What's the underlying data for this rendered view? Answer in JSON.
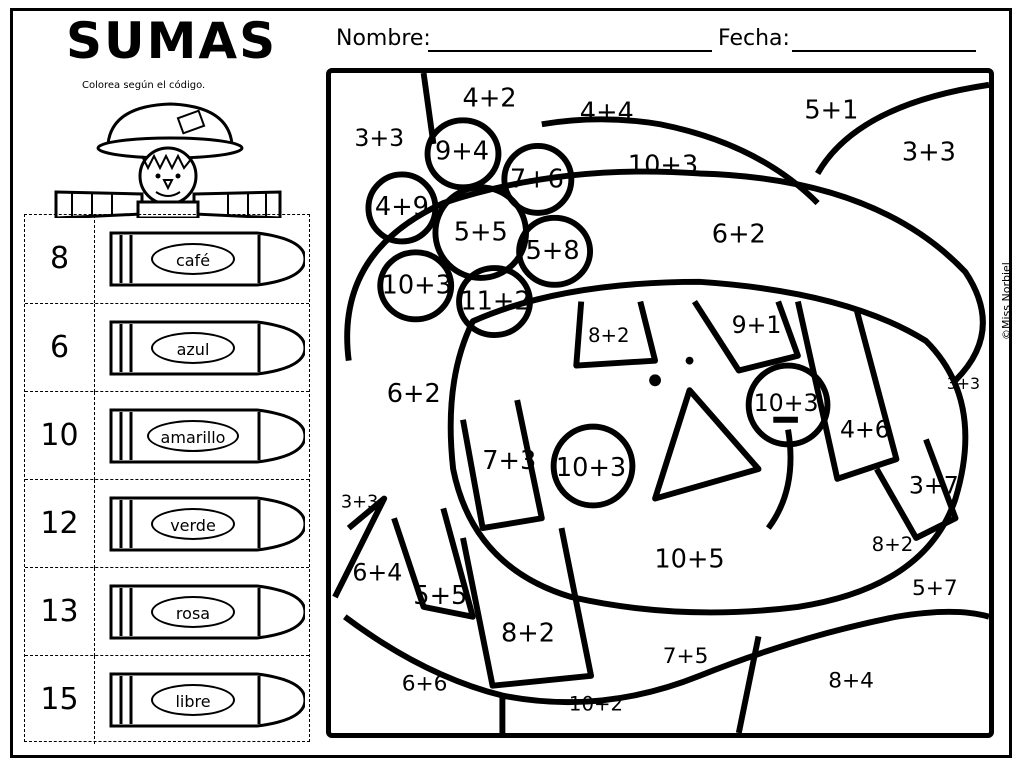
{
  "header": {
    "title": "SUMAS",
    "subtitle": "Colorea según el código.",
    "nombre_label": "Nombre:",
    "fecha_label": "Fecha:"
  },
  "legend": [
    {
      "number": "8",
      "color": "café"
    },
    {
      "number": "6",
      "color": "azul"
    },
    {
      "number": "10",
      "color": "amarillo"
    },
    {
      "number": "12",
      "color": "verde"
    },
    {
      "number": "13",
      "color": "rosa"
    },
    {
      "number": "15",
      "color": "libre"
    }
  ],
  "puzzle": {
    "sums": [
      "4+2",
      "4+4",
      "5+1",
      "3+3",
      "9+4",
      "7+6",
      "10+3",
      "3+3",
      "4+9",
      "5+5",
      "5+8",
      "6+2",
      "10+3",
      "11+2",
      "8+2",
      "9+1",
      "6+2",
      "3+3",
      "10+3",
      "7+3",
      "10+3",
      "4+6",
      "3+3",
      "3+7",
      "10+5",
      "8+2",
      "6+4",
      "5+5",
      "5+7",
      "8+2",
      "7+5",
      "6+6",
      "8+4",
      "10+2"
    ]
  },
  "credit": "©Miss Norbiel"
}
